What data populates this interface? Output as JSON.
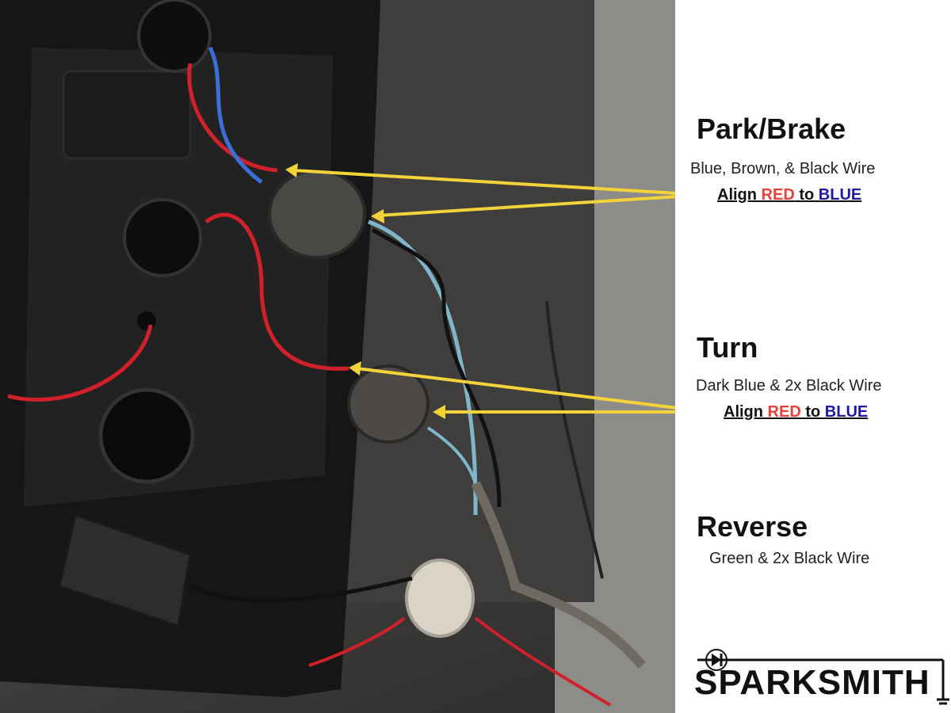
{
  "labels": {
    "park_brake": {
      "title": "Park/Brake",
      "wires": "Blue, Brown, & Black Wire",
      "align_prefix": "Align ",
      "align_red": "RED",
      "align_mid": " to ",
      "align_blue": "BLUE"
    },
    "turn": {
      "title": "Turn",
      "wires": "Dark Blue & 2x Black Wire",
      "align_prefix": "Align ",
      "align_red": "RED",
      "align_mid": " to ",
      "align_blue": "BLUE"
    },
    "reverse": {
      "title": "Reverse",
      "wires": "Green & 2x Black Wire"
    }
  },
  "logo": {
    "text": "SPARKSMITH"
  },
  "colors": {
    "arrow": "#f2d33a",
    "red": "#e8403a",
    "blue": "#1f1aa0",
    "wire_red": "#d0202a",
    "wire_blue": "#3a6fd8",
    "wire_lightblue": "#7fb6c9"
  }
}
